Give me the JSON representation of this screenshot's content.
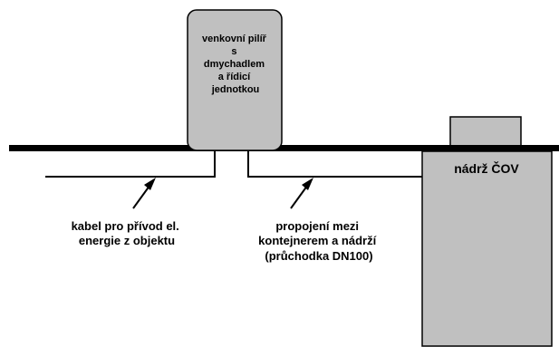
{
  "pillar_label": [
    "venkovní pilíř",
    "s",
    "dmychadlem",
    "a řídicí",
    "jednotkou"
  ],
  "tank_label": "nádrž ČOV",
  "cable_label": [
    "kabel pro přívod el.",
    "energie z objektu"
  ],
  "connection_label": [
    "propojení mezi",
    "kontejnerem a nádrží",
    "(průchodka DN100)"
  ],
  "colors": {
    "pillar_fill": "#c0c0c0",
    "tank_fill": "#c0c0c0",
    "ground": "#000000"
  }
}
